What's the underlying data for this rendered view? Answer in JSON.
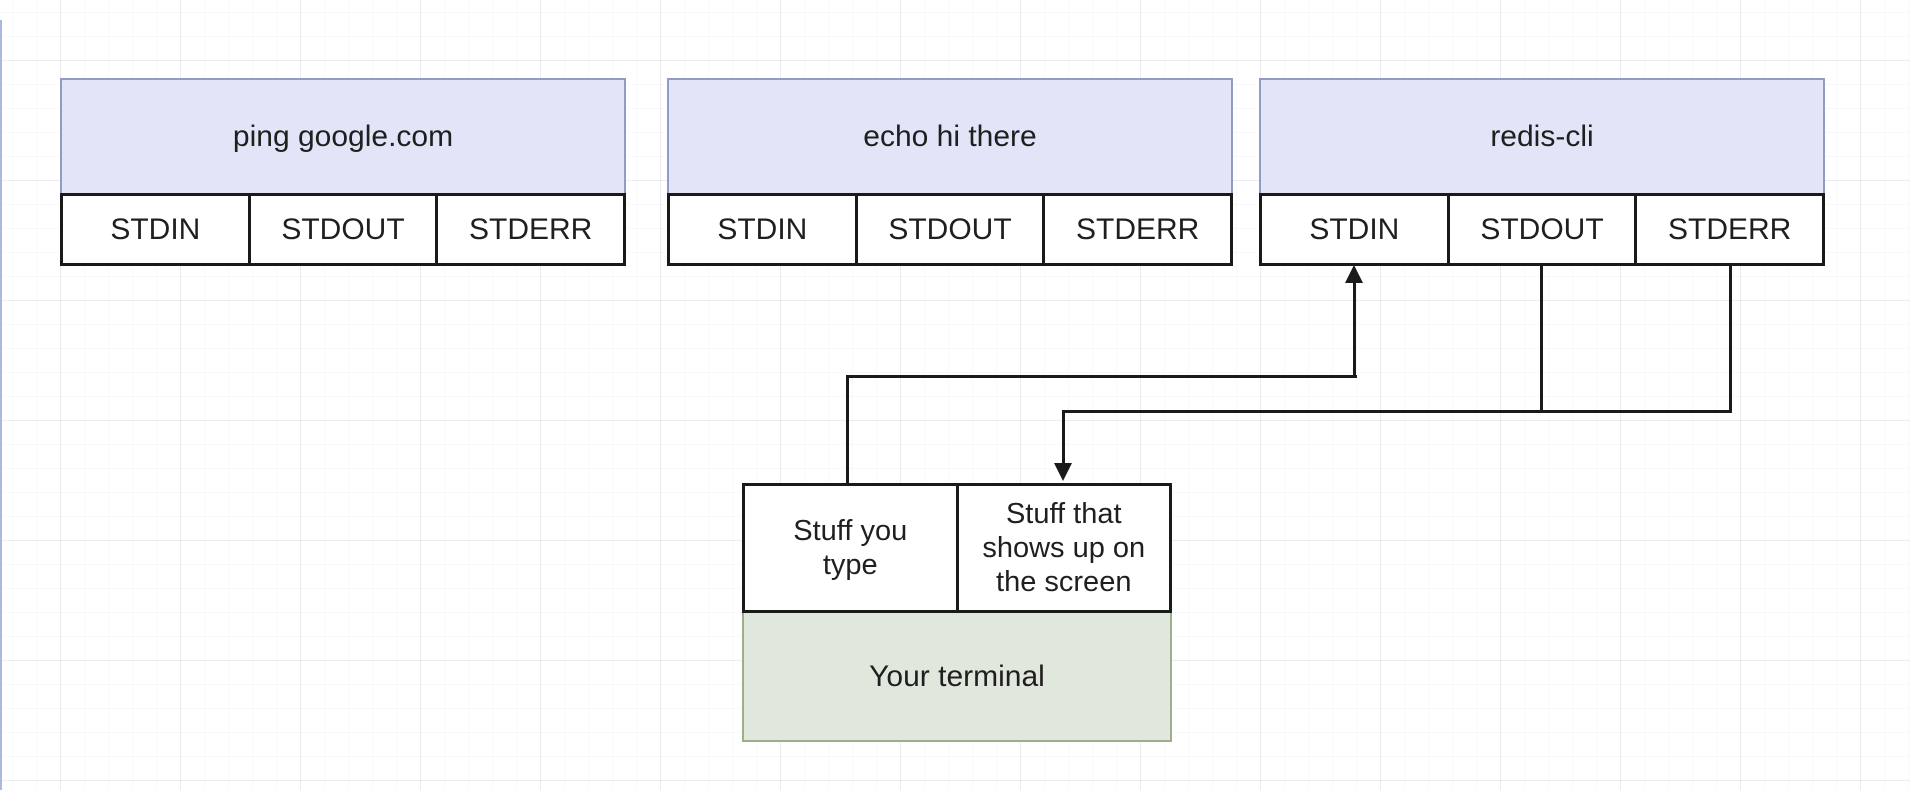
{
  "processes": [
    {
      "title": "ping google.com",
      "streams": [
        "STDIN",
        "STDOUT",
        "STDERR"
      ]
    },
    {
      "title": "echo hi there",
      "streams": [
        "STDIN",
        "STDOUT",
        "STDERR"
      ]
    },
    {
      "title": "redis-cli",
      "streams": [
        "STDIN",
        "STDOUT",
        "STDERR"
      ]
    }
  ],
  "terminal": {
    "input_label": "Stuff you\ntype",
    "output_label": "Stuff that\nshows up on\nthe screen",
    "title": "Your terminal"
  },
  "connections": [
    {
      "from": "terminal: Stuff you type",
      "to": "redis-cli: STDIN",
      "arrow": "up"
    },
    {
      "from": "redis-cli: STDOUT",
      "to": "terminal: Stuff that shows up on the screen",
      "arrow": "down"
    },
    {
      "from": "redis-cli: STDERR",
      "to": "terminal: Stuff that shows up on the screen",
      "arrow": "down"
    }
  ],
  "colors": {
    "process_header_fill": "#e1e5f7",
    "process_header_stroke": "#8e9cc7",
    "stream_cell_fill": "#ffffff",
    "stream_cell_stroke": "#1a1a1a",
    "terminal_fill": "#e0e7dd",
    "terminal_stroke": "#9fae88",
    "connector_color": "#1a1a1a",
    "canvas_background": "#ffffff"
  }
}
